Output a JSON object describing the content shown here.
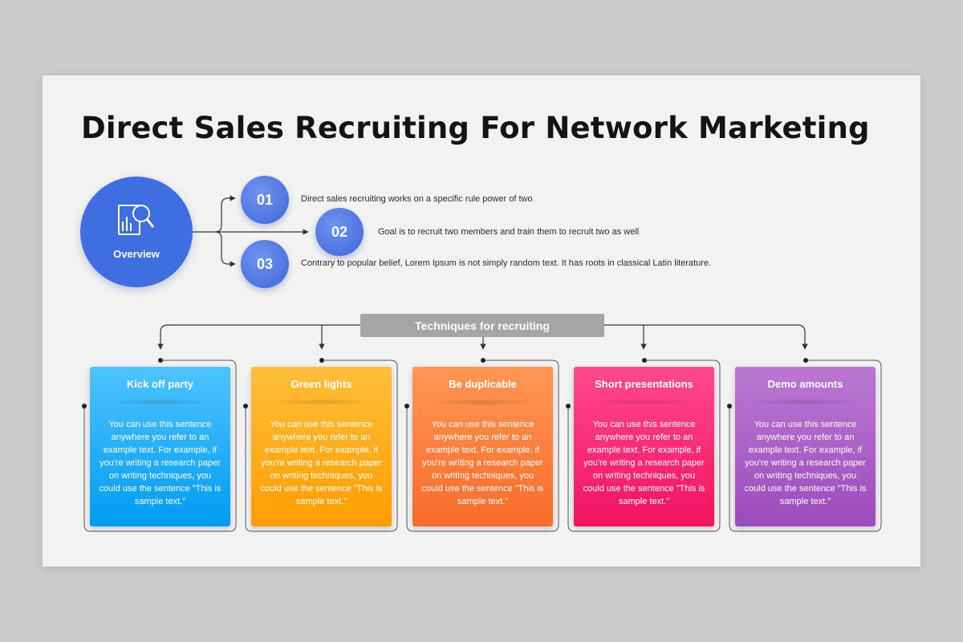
{
  "title": "Direct Sales Recruiting For Network Marketing",
  "overview": {
    "label": "Overview",
    "icon": "report-search-icon"
  },
  "points": [
    {
      "number": "01",
      "text": "Direct sales recruiting works on a specific rule power of two"
    },
    {
      "number": "02",
      "text": "Goal is to recruit two members and train them to recruit two as well"
    },
    {
      "number": "03",
      "text": "Contrary to popular belief, Lorem Ipsum is not simply random text. It has roots in classical Latin literature."
    }
  ],
  "techniques_header": "Techniques for recruiting",
  "cards": [
    {
      "title": "Kick off party",
      "body": "You can use this sentence anywhere you refer to an example text. For example, if you're writing a research paper on writing techniques, you could use the sentence \"This is sample text.\"",
      "color_top": "#4fc3ff",
      "color_bottom": "#009cf2"
    },
    {
      "title": "Green lights",
      "body": "You can use this sentence anywhere you refer to an example text. For example, if you're writing a research paper on writing techniques, you could use the sentence \"This is sample text.\"",
      "color_top": "#ffbf3a",
      "color_bottom": "#ff9d00"
    },
    {
      "title": "Be duplicable",
      "body": "You can use this sentence anywhere you refer to an example text. For example, if you're writing a research paper on writing techniques, you could use the sentence \"This is sample text.\"",
      "color_top": "#ff9755",
      "color_bottom": "#f96b2a"
    },
    {
      "title": "Short presentations",
      "body": "You can use this sentence anywhere you refer to an example text. For example, if you're writing a research paper on writing techniques, you could use the sentence \"This is sample text.\"",
      "color_top": "#ff4a8d",
      "color_bottom": "#f2125f"
    },
    {
      "title": "Demo amounts",
      "body": "You can use this sentence anywhere you refer to an example text. For example, if you're writing a research paper on writing techniques, you could use the sentence \"This is sample text.\"",
      "color_top": "#bb78d2",
      "color_bottom": "#9c4bbc"
    }
  ],
  "colors": {
    "overview_blue": "#3e6ee0",
    "number_blue": "#4c74e0",
    "header_gray": "#a5a5a5",
    "connector": "#333333"
  }
}
